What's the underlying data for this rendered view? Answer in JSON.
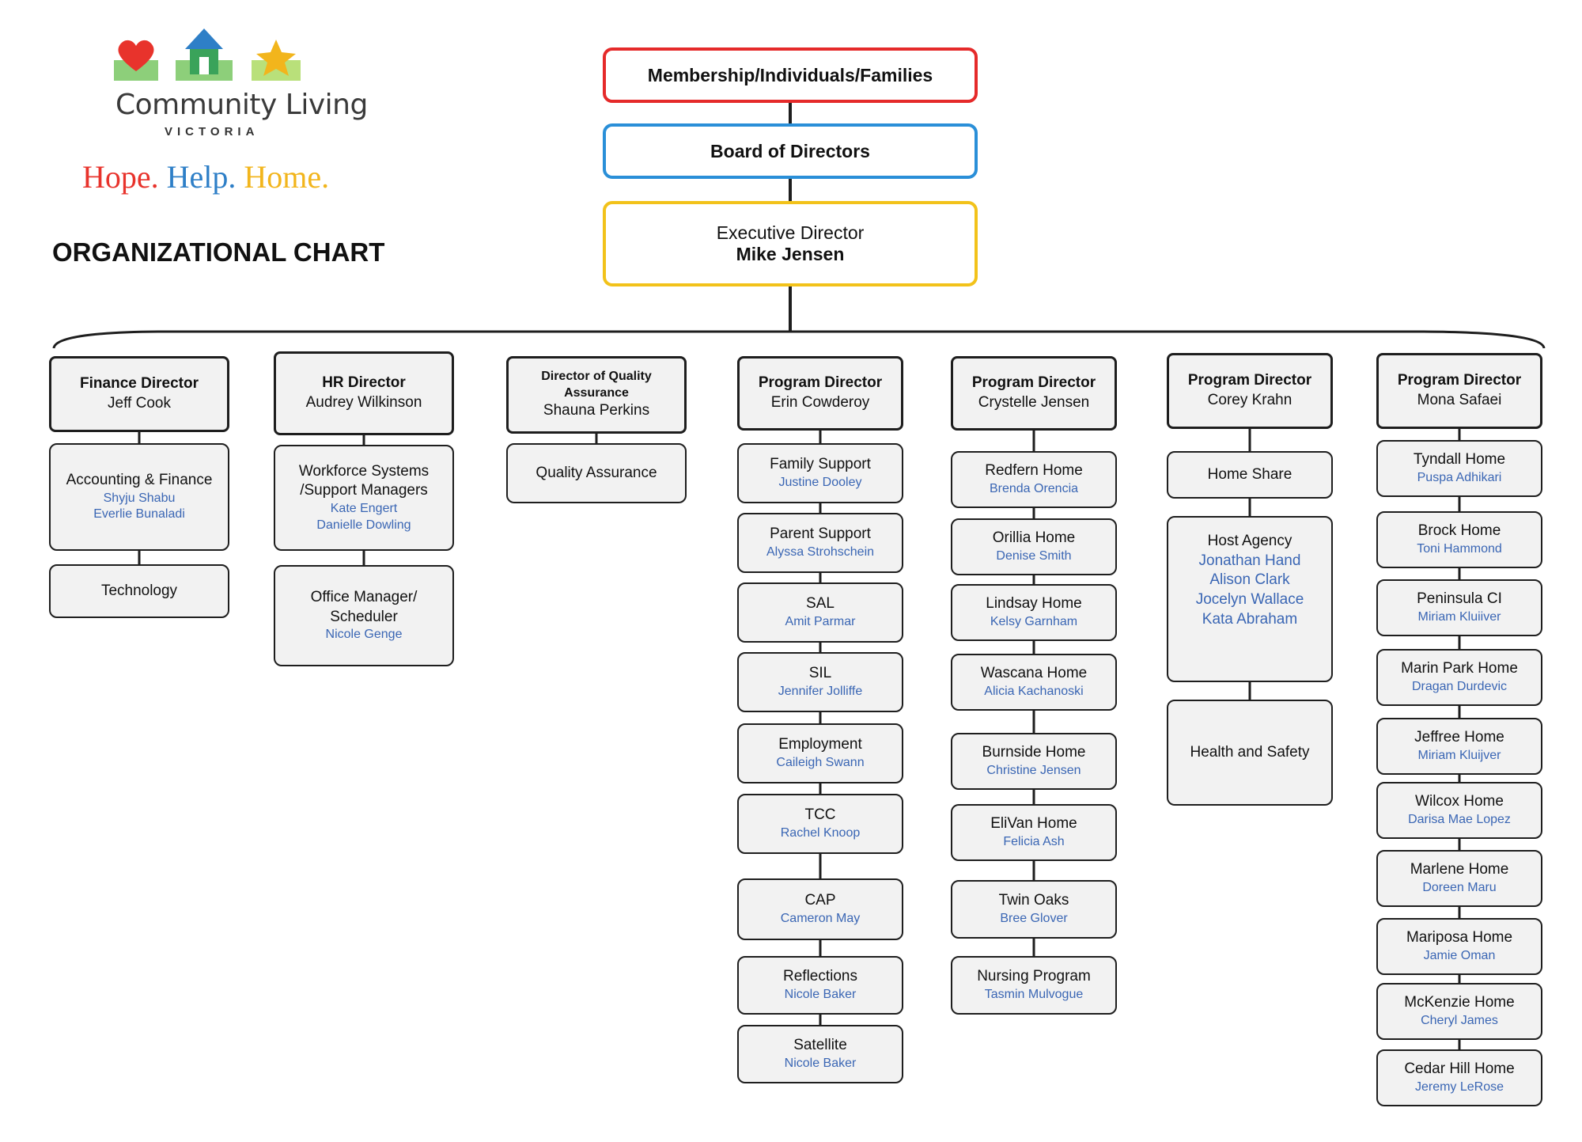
{
  "logo": {
    "name": "Community Living",
    "subtitle": "VICTORIA",
    "tagline": [
      "Hope.",
      "Help.",
      "Home."
    ],
    "tagline_colors": [
      "#e8332c",
      "#2e7fc7",
      "#f2b51c"
    ],
    "icons": [
      "heart-icon",
      "house-icon",
      "star-icon"
    ]
  },
  "chart_title": "ORGANIZATIONAL CHART",
  "top": {
    "membership": "Membership/Individuals/Families",
    "board": "Board of Directors",
    "executive_title": "Executive Director",
    "executive_name": "Mike Jensen",
    "colors": {
      "membership": "#e52a2a",
      "board": "#2a8fd8",
      "executive": "#f2c21a"
    }
  },
  "departments": [
    {
      "title": "Finance Director",
      "name": "Jeff Cook",
      "units": [
        {
          "label": "Accounting & Finance",
          "people": [
            "Shyju Shabu",
            "Everlie Bunaladi"
          ]
        },
        {
          "label": "Technology",
          "people": []
        }
      ]
    },
    {
      "title": "HR Director",
      "name": "Audrey Wilkinson",
      "units": [
        {
          "label": "Workforce Systems /Support Managers",
          "people": [
            "Kate Engert",
            "Danielle Dowling"
          ]
        },
        {
          "label": "Office Manager/ Scheduler",
          "people": [
            "Nicole Genge"
          ]
        }
      ]
    },
    {
      "title": "Director of Quality Assurance",
      "name": "Shauna Perkins",
      "units": [
        {
          "label": "Quality Assurance",
          "people": []
        }
      ]
    },
    {
      "title": "Program Director",
      "name": "Erin Cowderoy",
      "units": [
        {
          "label": "Family Support",
          "people": [
            "Justine Dooley"
          ]
        },
        {
          "label": "Parent Support",
          "people": [
            "Alyssa Strohschein"
          ]
        },
        {
          "label": "SAL",
          "people": [
            "Amit Parmar"
          ]
        },
        {
          "label": "SIL",
          "people": [
            "Jennifer Jolliffe"
          ]
        },
        {
          "label": "Employment",
          "people": [
            "Caileigh Swann"
          ]
        },
        {
          "label": "TCC",
          "people": [
            "Rachel Knoop"
          ]
        },
        {
          "label": "CAP",
          "people": [
            "Cameron May"
          ]
        },
        {
          "label": "Reflections",
          "people": [
            "Nicole Baker"
          ]
        },
        {
          "label": "Satellite",
          "people": [
            "Nicole Baker"
          ]
        }
      ]
    },
    {
      "title": "Program Director",
      "name": "Crystelle Jensen",
      "units": [
        {
          "label": "Redfern Home",
          "people": [
            "Brenda Orencia"
          ]
        },
        {
          "label": "Orillia Home",
          "people": [
            "Denise Smith"
          ]
        },
        {
          "label": "Lindsay Home",
          "people": [
            "Kelsy Garnham"
          ]
        },
        {
          "label": "Wascana Home",
          "people": [
            "Alicia Kachanoski"
          ]
        },
        {
          "label": "Burnside Home",
          "people": [
            "Christine Jensen"
          ]
        },
        {
          "label": "EliVan Home",
          "people": [
            "Felicia Ash"
          ]
        },
        {
          "label": "Twin Oaks",
          "people": [
            "Bree Glover"
          ]
        },
        {
          "label": "Nursing Program",
          "people": [
            "Tasmin Mulvogue"
          ]
        }
      ]
    },
    {
      "title": "Program Director",
      "name": "Corey Krahn",
      "units": [
        {
          "label": "Home Share",
          "people": []
        },
        {
          "label": "Host Agency",
          "people": [
            "Jonathan Hand",
            "Alison Clark",
            "Jocelyn Wallace",
            "Kata Abraham"
          ]
        },
        {
          "label": "Health and Safety",
          "people": []
        }
      ]
    },
    {
      "title": "Program Director",
      "name": "Mona Safaei",
      "units": [
        {
          "label": "Tyndall Home",
          "people": [
            "Puspa Adhikari"
          ]
        },
        {
          "label": "Brock Home",
          "people": [
            "Toni Hammond"
          ]
        },
        {
          "label": "Peninsula CI",
          "people": [
            "Miriam Kluiiver"
          ]
        },
        {
          "label": "Marin Park Home",
          "people": [
            "Dragan Durdevic"
          ]
        },
        {
          "label": "Jeffree Home",
          "people": [
            "Miriam Kluijver"
          ]
        },
        {
          "label": "Wilcox Home",
          "people": [
            "Darisa Mae Lopez"
          ]
        },
        {
          "label": "Marlene Home",
          "people": [
            "Doreen Maru"
          ]
        },
        {
          "label": "Mariposa Home",
          "people": [
            "Jamie Oman"
          ]
        },
        {
          "label": "McKenzie Home",
          "people": [
            "Cheryl James"
          ]
        },
        {
          "label": "Cedar Hill Home",
          "people": [
            "Jeremy LeRose"
          ]
        }
      ]
    }
  ]
}
